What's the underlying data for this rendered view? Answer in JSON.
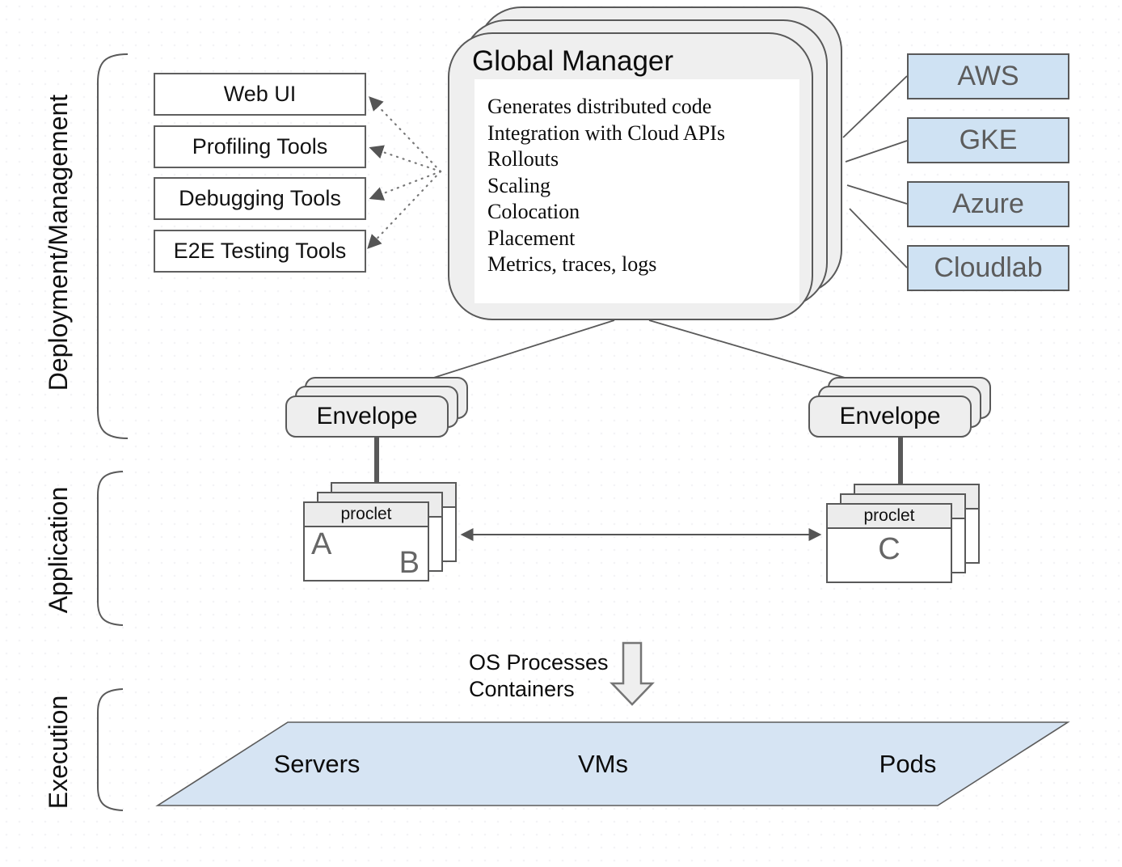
{
  "sections": {
    "deployment_management": "Deployment/Management",
    "application": "Application",
    "execution": "Execution"
  },
  "global_manager": {
    "title": "Global Manager",
    "features": [
      "Generates distributed code",
      "Integration with Cloud APIs",
      "Rollouts",
      "Scaling",
      "Colocation",
      "Placement",
      "Metrics, traces, logs"
    ]
  },
  "tools": [
    "Web UI",
    "Profiling Tools",
    "Debugging Tools",
    "E2E Testing Tools"
  ],
  "clouds": [
    "AWS",
    "GKE",
    "Azure",
    "Cloudlab"
  ],
  "envelopes": {
    "left": "Envelope",
    "right": "Envelope"
  },
  "proclets": {
    "header": "proclet",
    "a": "A",
    "b": "B",
    "c": "C"
  },
  "execution_layer": {
    "caption": [
      "OS Processes",
      "Containers"
    ],
    "platforms": [
      "Servers",
      "VMs",
      "Pods"
    ]
  },
  "colors": {
    "box_gray_fill": "#efefef",
    "box_blue_fill": "#cfe2f3",
    "parallelogram_fill": "#d6e4f3",
    "border_gray": "#595959",
    "text_gray": "#666666"
  }
}
